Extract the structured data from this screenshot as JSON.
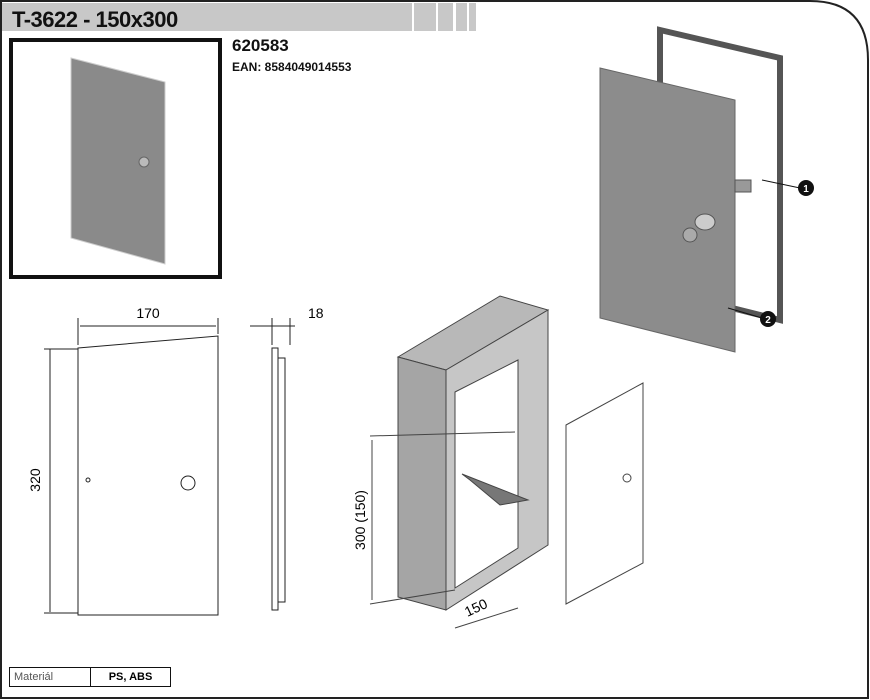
{
  "header": {
    "title": "T-3622 - 150x300"
  },
  "product": {
    "code": "620583",
    "ean": "EAN: 8584049014553"
  },
  "dimensions": {
    "width": "170",
    "depth": "18",
    "height": "320",
    "opening_height": "300 (150)",
    "opening_width": "150"
  },
  "callouts": [
    "1",
    "2"
  ],
  "material": {
    "label": "Materiál",
    "value": "PS, ABS"
  }
}
